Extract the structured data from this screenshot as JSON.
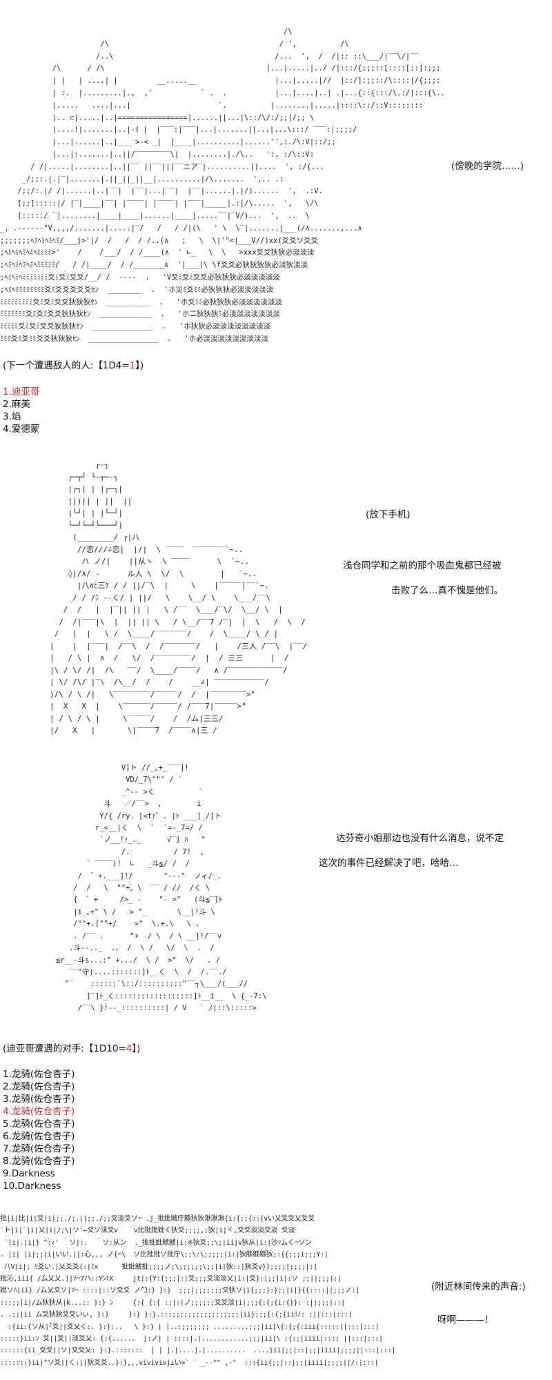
{
  "scene1": {
    "caption": "(傍晚的学院……)",
    "ascii_art": "                                                                 /\\\n                       /\\                                       / ',          /\\\n                      /..\\                                     /...  ',  /  /|:: ::\\___/|‾‾\\/|‾‾\n            /\\      / /\\                                     |...|.....|../ /|:::/{;;;::[::::[::]:;;;\n            | |   | ....| |         __.....__                  |...|.....|//  |::/]:;;::/\\::::|/{;;;:\n            | :.  |.........|.,  ,'           ` .  .           |...|....|..| .|...{::{:::/\\.:/|:::{\\..\n            |.....   ....|...|                    `.          |........|.....|::::\\::/::V::::::::\n            |.. ⊂|.....|..|================|......||...|\\::/\\/:/;;|/;; \\\n            |....!|.......|..|‐ﾐ |  |‾‾‾:|‾‾‾|...|.......||...|...\\:::/ ‾‾‾:|;;;;/\n            |...|......|..|___ >‐< _|  |____|..........|......'',:./\\:V|::/;;\n            |...|:.......|..||/‾‾‾‾‾‾‾‾\\|  |........|./\\..   ':, :/\\::V:\n       / /|.....|........|..||‾‾ ||‾‾|||‾‾ニア‾|..........|)....  ', :/{...\n     _/;;:.|.|‾|.......|.||_||_||__|..........|/\\.......  ',.. .:\n    /;;/:.|/ /|......|..|‾‾|  |‾‾|...|‾‾|  |‾‾|......|.|/)......  ',  .:V.\n    [;;]:::::|/ |‾|____|‾‾| |‾‾‾‾| |‾‾‾‾| |‾‾‾|_____|.:|/\\.....  ',   \\/\\\n    [:::::/ ‾|........|____|____|......|____|.....‾‾|‾V/)...  ',  ..  \\\n_, .‐‐‐‐‐‐\"V,,,,/.......|.....|‾/   /   / /|(\\   ' \\  \\‾|.......|___(/∧.......,...∧\n;;;;;;;ﾍﾐﾍﾐﾍﾐﾍﾐ/___j>'|/  /   /  / /..(∧   ;   \\  \\|'\"<|___V//)xx(爻爻ソ爻爻\n;ﾍﾐﾍﾐﾍﾐﾍﾐﾍﾐﾐﾐﾐ>'    /    /___/  / /____(∧  ' ∟_   \\  \\   >xxx爻爻狄狄必淡淡淡\n;ﾍﾐﾍﾐﾍﾐﾍﾐﾍﾐﾐﾐﾐﾐ/   / /|____/  / /_______∧  '|___|\\ \\f爻爻必狄狄狄狄必淡狄淡淡\n;ﾍﾐﾍﾐﾍﾐﾐﾐﾐﾐﾐﾐ爻ﾐ爻ﾐ爻爻/__/ /  ----  .   'V爻ﾐ爻ﾐ爻爻必狄狄狄必淡淡淡淡淡\n;ﾍﾐﾍﾐﾐﾐﾐﾐﾐﾐﾐ爻ﾐ爻爻爻爻爻ｾﾝ  ________  .  'ホ災ﾐ爻ﾐﾐ必狄狄狄必淡淡淡淡淡\nﾐﾐﾐﾐﾐﾐﾐﾐﾐ爻ﾐ爻ﾐ爻爻狄狄狄ｾﾝ  __________  .   'ホ爻ﾐﾐ必狄狄狄必淡淡淡淡淡淡\nﾐﾐﾐﾐﾐﾐﾐ爻ﾐ爻ﾐ爻爻狄狄狄ｾﾝ  ____________  .   'ホ二狄狄狄ﾐ必淡淡淡淡淡淡淡\nﾐﾐﾐﾐﾐ爻ﾐ爻ﾐ爻爻狄狄狄ｾﾝ  ______________  .   'ホ狄狄必淡淡淡淡淡淡淡淡\nﾐﾐﾐ爻ﾐ爻ﾐﾐ爻爻狄狄狄ｾﾝ  ________________  .   'ホ必淡淡淡淡淡淡淡淡淡"
  },
  "roll1": {
    "prefix": "(下一个遭遇敌人的人:【1D4=",
    "result": "1",
    "suffix": "】)",
    "options": [
      {
        "label": "1.迪亚哥",
        "selected": true
      },
      {
        "label": "2.麻美",
        "selected": false
      },
      {
        "label": "3.焰",
        "selected": false
      },
      {
        "label": "4.爱德蒙",
        "selected": false
      }
    ]
  },
  "scene2": {
    "action": "(放下手机)",
    "dialogue_line1": "浅仓同学和之前的那个吸血鬼都已经被",
    "dialogue_line2": "击败了么…真不愧是他们。",
    "ascii_art": "          ┌‐┐\n    ┌─┬┘ └‐┬─‐┐\n    |┌┐| | |┌─┐|\n    ||)|| | ||  ||\n    |└┘| | |└─┘|\n    └─┘└─┘└───┘)\n     (________/ ┌|八\n      //恋///∠恋|  |/|  \\ ‾‾‾‾  ‾‾‾‾‾‾‾`~..\n       ハ ノ/|    ||从ヽ  \\ ‾‾‾‾      \\  `~..\n    ◊|/∧/ ‐      ル人 \\  \\/  \\        |   `~..\n      |八∧ﾋ三ｹ / / ||/‾\\  |     \\    |‾‾‾‾‾|‾‾`~.\n    _/ / /冫‐‐く/ | ||/   \\    \\__/ \\    \\___/‾‾\\\n   /  /   |  |‾|| || |   \\ /‾‾  \\___/‾\\/  \\__/ \\  |\n  /  /|‾‾‾|\\  |  || || \\   / \\__/‾‾7 /‾|  |  \\   /  \\  /\n /   |  |   \\ /  \\____/‾‾‾‾‾‾‾/    /  \\____/ \\_/ |\n|    |  |‾‾‾|  /‾‾\\  /  /‾‾‾‾‾‾‾/   |    /三人 /‾‾\\  |‾‾/\n|   / \\ |  ∧  /   \\/  /‾‾‾‾‾‾‾‾/  |  / 三三      |  /\n|\\ / \\/ /|  /\\   ‾‾/  \\____/‾‾‾‾/   ∧ /‾‾‾‾‾‾‾‾‾‾‾‾/\n| \\/ /\\/ |‾\\  /\\__/  /    /    __∠| ‾‾‾‾‾‾‾‾‾‾‾/\n)/\\ / \\ /|   \\‾‾‾‾‾‾‾‾/‾‾‾‾‾/  /  |‾‾‾‾‾‾‾‾>\"\n|  X   X  |    \\‾‾‾‾‾‾/‾‾‾‾‾/ /‾‾‾7|‾‾‾‾‾>\"\n| / \\ / \\ |     \\‾‾‾‾‾/    /  /ム|三三/\n|/   X   |       \\|‾‾‾‾7  /‾‾‾‾∧|三 /"
  },
  "scene3": {
    "dialogue_line1": "达芬奇小姐那边也没有什么消息，说不定",
    "dialogue_line2": "这次的事件已经解决了吧，哈哈…",
    "ascii_art": "                  V]ト //_｡+_‾‾‾]!\n                   VD/_7\\\"\"\" / `\n                  _^‐‐ >く          `\n              斗   ／/‾‾>  ,        i\n             Y/{ /ry. [<tｧ゛. ]ﾄ ___]_/]ト\n            r_<__|く  \\  `  `=-_7=/ /\n             `ノ__!ｧ_._      √‾j ﾊ   \"\n                  /.          / 7!  ,\n          ` ‾‾‾‾)!  ∟   _斗≦/ /  /\n        /  ゛+.___]!/       \"‐‐‐\"  ノィ/ . \n       /  /   \\  \"\"+。\\  ‾‾ / //  /く \\\n       {  ゛+     />_ ‐    \"‐ >\"   (斗≦‾]ﾄ\n       |i_｡+\" \\ /   > \"_       \\__|!斗 \\\n       /\"\"+.[\"\"+/    >\"  \\.+.\\   \\ .\n       . /‾‾ .      \"+  / \\  / \\ __]!/‾‾v\n      .斗‐‐.._  .、 /  \\ /   \\/  \\  .  /\n   ≦r__-斗s...:\" +.../  \\ /  >\"  \\/   . /\n      ‾‾\"守)....:::::::]ﾄ__く  \\  /  /.‾‾./\n     \"‾    ::::::`\\::/::::::::::\"‾‾┐\\___/(___//\n          ]‾]ﾄ_く::::::::::::::::::]ﾄ__i__  \\ {_-7:\\\n        /‾‾\\ }!‐‐_::::::::::| / V   ` /|::\\:::::>"
  },
  "roll2": {
    "prefix": "(迪亚哥遭遇的对手:【1D10=",
    "result": "4",
    "suffix": "】)",
    "options": [
      {
        "label": "1.龙骑(佐仓杏子)",
        "selected": false
      },
      {
        "label": "2.龙骑(佐仓杏子)",
        "selected": false
      },
      {
        "label": "3.龙骑(佐仓杏子)",
        "selected": false
      },
      {
        "label": "4.龙骑(佐仓杏子)",
        "selected": true
      },
      {
        "label": "5.龙骑(佐仓杏子)",
        "selected": false
      },
      {
        "label": "6.龙骑(佐仓杏子)",
        "selected": false
      },
      {
        "label": "7.龙骑(佐仓杏子)",
        "selected": false
      },
      {
        "label": "8.龙骑(佐仓杏子)",
        "selected": false
      },
      {
        "label": "9.Darkness",
        "selected": false
      },
      {
        "label": "10.Darkness",
        "selected": false
      }
    ]
  },
  "scene4": {
    "caption": "(附近林间传来的声音:)",
    "shout": "呀啊———！",
    "ascii_art": "批|i|比|i|爻|i|;;./;.||;;./;;爻淡爻ソ⌒ .j_批妣虩庁緜狄狄湫湫湫{i:{;;{::{vい乂爻爻乂爻爻\n`ト|i|`|i|乂|i|/;\\|ソ'←爻ソ沬爻v    v比批批妣く狄爻;;;;,;狄|i|ヾ,爻爻淡淡爻淡 爻淡\n `|i|.|i|} ^:ｨ' ｀ソ|:.  ｀ソ:从ン  ._批批妣虩虩|i:※狄爻;;\\;|ii|v狄从|i:|沙ｧムく⌒ソン\n. |i| |i|;;|i|いい.||:心,,, ノ{⌒\\  ソ比批批ソ批庁\\;;\\:\\;;;;;|i:|狄緜緜緜狄;:{{;;;i;;;Y:|\n 八V|i|; ﾘ爻い.|乂爻爻{:|ﾐx      批妣虩批;;;;ノ;\\;;;;;;\\;;|i|狄::|狄爻v}};;;;|;;;;|:|\n批沁,iii{ /ム乂乂.||ｿ⌒7ハ::YﾝﾐX     jt|:{Y:{;;;|:|爻;;;爻淡淡乂|i:|爻}:|;;|i|:ソ ;;||;;;|:|\n妣ソﾊ|ii} /ム乂爻ソ|ｿ⌒ ::::|::ソ爻爻 ノ勹:} }:}  ;;;|;;;;;;;爻狄ソ|i{;;;}:};;|i|}{{::::||;;;ノ:|\n:::;;|i|/ム狄狄从|k...:: }:} ﾝ     {:{ {:{ ::|:|ノ;;;;;;爻爻淡|i|;;;{:{;{i:{}}: :||;;;|::|\n. .;;|ii ム爻狄狄爻爻いぃ, }:}     }:} }:}.:::;;;;;;;;;;;;;;;;;|ii};;;{:{;{iiﾘﾉ: :||:::|:::|\n  :{ii:{ソ从|｢爻||爻乂く:. }:}:..   \\ }:} | |..:;;;;;;; .........;;;|ii|\\{:{;{:iii{:::::||:::|:::|\n:::::}ii:ﾝ 爻||爻||淡爻乂: {:{......  j:ノ| | ::::|.|............;;;|ii|\\ :{:;|iiii|:::: ||:::|:::|\n::::::{ii_爻爻||ソ|爻爻乂: }:}.:::::::  | | |.|....|.|..........  ....}ii|;;|::|;;|iiii|;;;;||:::|:::|\n:::::::}ii|^ソ爻||く:||狄爻爻..}:},,,vivivivj⊥い>` ` _‐‐\"\" ,‐\"  :::{ii{;;|::|;;|iiii|;;;;||/:|:::|"
  }
}
